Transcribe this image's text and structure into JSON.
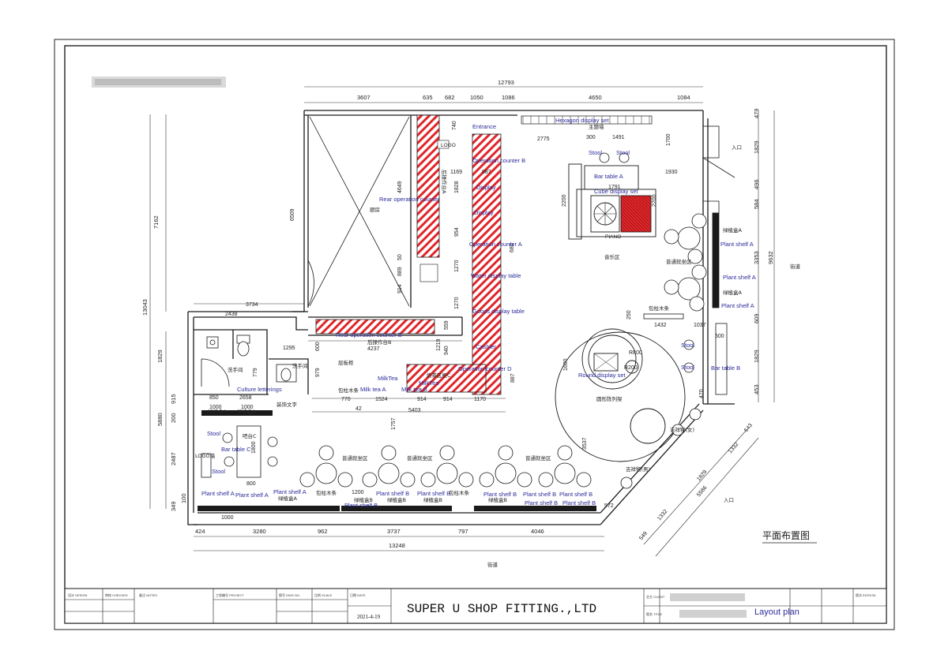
{
  "page_title": "平面布置图",
  "blurred_header": "",
  "bottom_label": "街道",
  "right_label": "街道",
  "entrance_labels": [
    "入口",
    "入口"
  ],
  "dims_top": [
    "12793",
    "3607",
    "635",
    "682",
    "1050",
    "1086",
    "4650",
    "1084"
  ],
  "dims_bottom": [
    "424",
    "3280",
    "962",
    "3737",
    "797",
    "4046",
    "13248"
  ],
  "dims_left": [
    "7162",
    "13043",
    "1829",
    "5880",
    "915",
    "200",
    "2487",
    "349",
    "100"
  ],
  "dims_right": [
    "479",
    "1829",
    "496",
    "584",
    "3353",
    "9632",
    "609",
    "1829",
    "453"
  ],
  "dims_inner": [
    "3734",
    "2438",
    "4237",
    "1295",
    "850",
    "1000",
    "1000",
    "2658",
    "1800",
    "800",
    "1200",
    "1000",
    "5403",
    "770",
    "1524",
    "914",
    "914",
    "1170",
    "42",
    "1757",
    "2775",
    "300",
    "1491",
    "1700",
    "1930",
    "1791",
    "2200",
    "2200",
    "1432",
    "1037",
    "500",
    "470",
    "250",
    "572",
    "R800",
    "R200",
    "1600",
    "3537",
    "1829",
    "5586",
    "1332",
    "543",
    "1332",
    "549",
    "740",
    "1169",
    "887",
    "1828",
    "954",
    "1270",
    "1270",
    "559",
    "1219",
    "940",
    "887",
    "4649",
    "6509",
    "779",
    "979",
    "600",
    "680",
    "50",
    "889",
    "914"
  ],
  "labels_blue": {
    "entrance": "Entrance",
    "hexagon": "Hexagon display set",
    "stool": "Stool",
    "bar_table_a": "Bar table A",
    "bar_table_c": "Bar table C",
    "bar_table_b": "Bar table B",
    "cube": "Cube display set",
    "operation_counter_b": "Operation counter B",
    "operation_counter_a": "Operation counter A",
    "operation_counter_d": "Operation counter D",
    "rear_operation_counter": "Rear operation counter",
    "rear_operation_counter_b": "Rear operation counter B",
    "display": "Display",
    "display_h": "Display",
    "water": "Water display table",
    "goods": "Goods display table",
    "cashier": "Cashier",
    "round": "Round display set",
    "culture": "Culture letterings",
    "plant_a": "Plant shelf A",
    "plant_b": "Plant shelf B",
    "milktea": "MilkTea",
    "milktea_a": "Milk tea A",
    "milktea_b": "Milk tea B",
    "milktea_c": "Milk tea C",
    "plant_shelf_b2": "Plant shelf B"
  },
  "labels_cn": {
    "kitchen": "厨房",
    "washroom": "洗手间",
    "common_area": "普通就坐区",
    "plant_box": "绿植盒A",
    "plant_box_b": "绿植盒B",
    "pillar": "包柱木条",
    "piano": "PIANO",
    "piano_area": "音乐区",
    "round_shelf": "圆形陈列架",
    "guitar": "吉祥物(女)",
    "guitar2": "吉祥物(男)",
    "logo": "LOGO",
    "logo_wall": "LOGO墙",
    "back_bar": "后操作台A",
    "theme_wall": "主题墙",
    "bar_c": "吧台C",
    "stairs": "层板柜",
    "rear_table": "后操作台B",
    "culture_cn": "装饰文字",
    "milk_area": "奶茶区柜C",
    "pillar_wood": "包柱木条D"
  },
  "title_block": {
    "company": "SUPER U SHOP FITTING.,LTD",
    "date": "2021-4-19",
    "drawing_name": "Layout plan",
    "small_labels": [
      "设计 DESIGN",
      "审核 CHECKED",
      "工程编号 PROJECT",
      "图号 DWG NO.",
      "比例 SCALE",
      "日期 DATE",
      "版次 EDITION",
      "图名 TITLE",
      "备注 NOTES",
      "业主 CLIENT"
    ]
  },
  "colors": {
    "line": "#1a1a1a",
    "blue_text": "#2c2c9c",
    "red_hatch": "#e0262a",
    "dim": "#333333"
  }
}
